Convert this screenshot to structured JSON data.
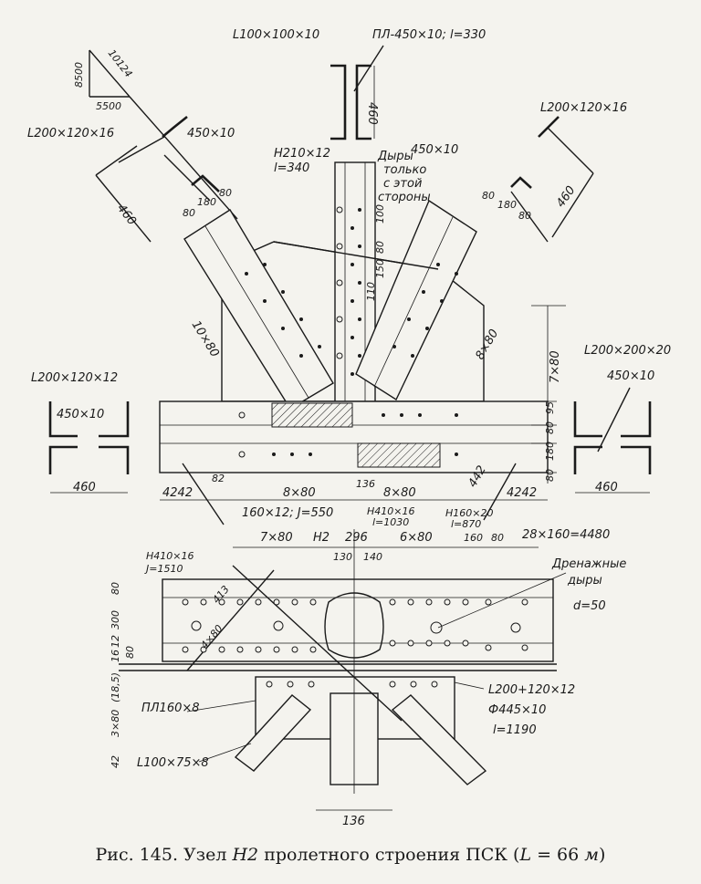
{
  "figure": {
    "caption_prefix": "Рис. 145. Узел ",
    "caption_node": "Н2",
    "caption_rest": " пролетного строения ПСК (",
    "caption_L": "L",
    "caption_eq": " = 66 ",
    "caption_unit": "м",
    "caption_close": ")"
  },
  "labels": {
    "top_angle": "L100×100×10",
    "top_plate": "ПЛ-450×10; l=330",
    "top_460": "460",
    "slope_8500": "8500",
    "slope_10124": "10124",
    "slope_5500": "5500",
    "left_angle": "L200×120×16",
    "left_plate": "450×10",
    "left_460": "460",
    "right_angle": "L200×120×16",
    "right_plate": "450×10",
    "right_460": "460",
    "h210": "Н210×12",
    "l340": "l=340",
    "holes_note_1": "Дыры",
    "holes_note_2": "только",
    "holes_note_3": "с этой",
    "holes_note_4": "стороны",
    "d80": "80",
    "d180": "180",
    "d80b": "80",
    "r80": "80",
    "r180": "180",
    "r80b": "80",
    "v100": "100",
    "v80": "80",
    "v150": "150",
    "v110": "110",
    "diag_10x80": "10×80",
    "diag_8x80": "8×80",
    "right_7x80": "7×80",
    "right_angle2": "L200×200×20",
    "right_plate2": "450×10",
    "right_460b": "460",
    "left_angle2": "L200×120×12",
    "left_plate2": "450×10",
    "left_460b": "460",
    "d95": "95",
    "d80c": "80",
    "d180b": "180",
    "d80d": "80",
    "dim_4242_l": "4242",
    "dim_82": "82",
    "dim_8x80_l": "8×80",
    "dim_136": "136",
    "dim_8x80_r": "8×80",
    "dim_442": "442",
    "dim_4242_r": "4242",
    "plate_160": "160×12; J=550",
    "h410_top": "Н410×16",
    "l1030": "l=1030",
    "h160": "Н160×20",
    "l870": "l=870",
    "b_7x80": "7×80",
    "b_h2": "Н2",
    "b_296": "296",
    "b_6x80": "6×80",
    "b_130": "130",
    "b_140": "140",
    "b_160": "160",
    "b_80": "80",
    "b_28x160": "28×160=4480",
    "b_h410": "Н410×16",
    "b_j1510": "J=1510",
    "drain_1": "Дренажные",
    "drain_2": "дыры",
    "drain_d": "d=50",
    "b_413": "413",
    "b_4x80": "4×80",
    "b_300": "300",
    "b_12": "12",
    "b_16": "16",
    "b_80c": "80",
    "b_185": "(18,5)",
    "b_3x80": "3×80",
    "b_42": "42",
    "b_pl160": "ПЛ160×8",
    "b_l100": "L100×75×8",
    "b_l200": "L200+120×12",
    "b_phi": "Ф445×10",
    "b_l1190": "l=1190",
    "b_136": "136"
  }
}
